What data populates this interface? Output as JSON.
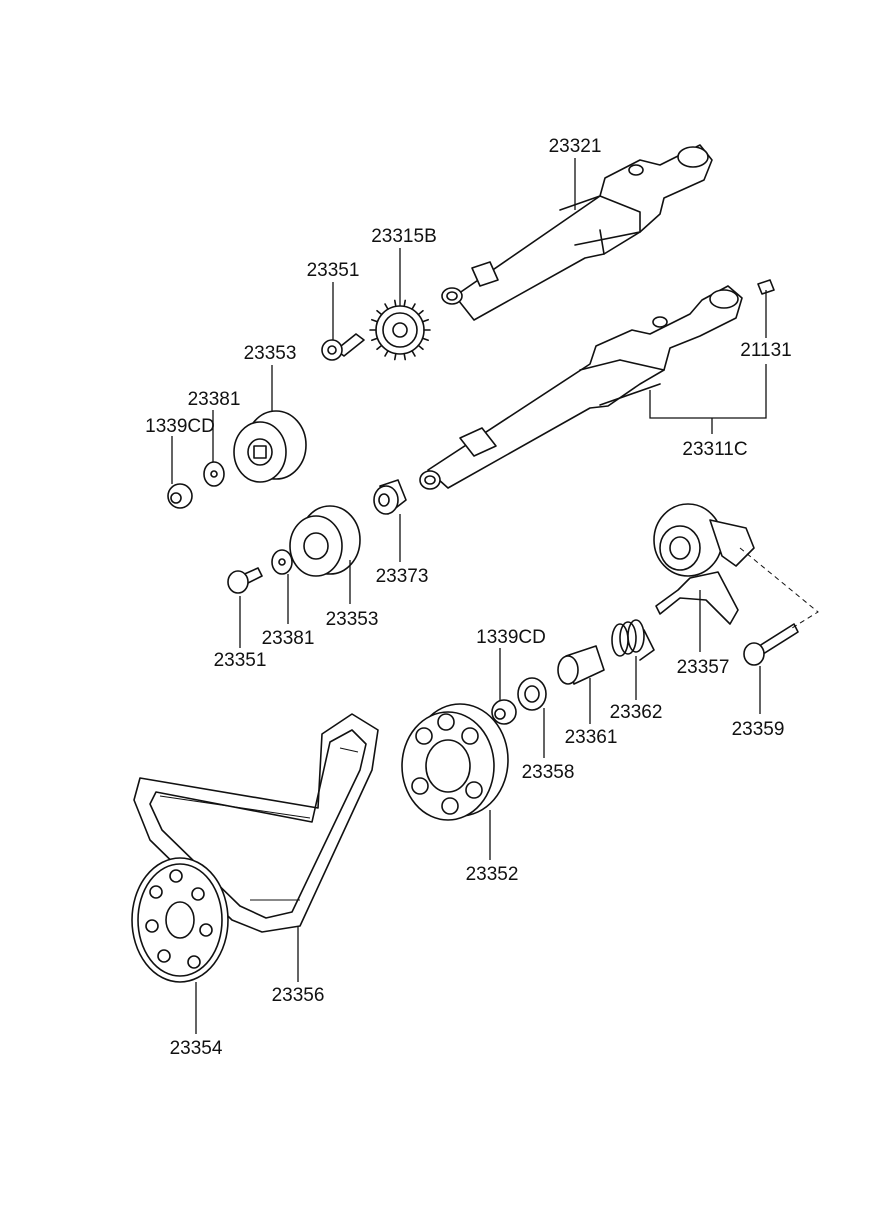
{
  "callouts": {
    "p23321": "23321",
    "p23315B": "23315B",
    "p23351_top": "23351",
    "p21131": "21131",
    "p23353_top": "23353",
    "p23381_top": "23381",
    "p1339CD_left": "1339CD",
    "p23311C": "23311C",
    "p23373": "23373",
    "p23351_mid": "23351",
    "p23381_mid": "23381",
    "p23353_mid": "23353",
    "p1339CD_right": "1339CD",
    "p23357": "23357",
    "p23362": "23362",
    "p23361": "23361",
    "p23359": "23359",
    "p23358": "23358",
    "p23352": "23352",
    "p23356": "23356",
    "p23354": "23354"
  }
}
